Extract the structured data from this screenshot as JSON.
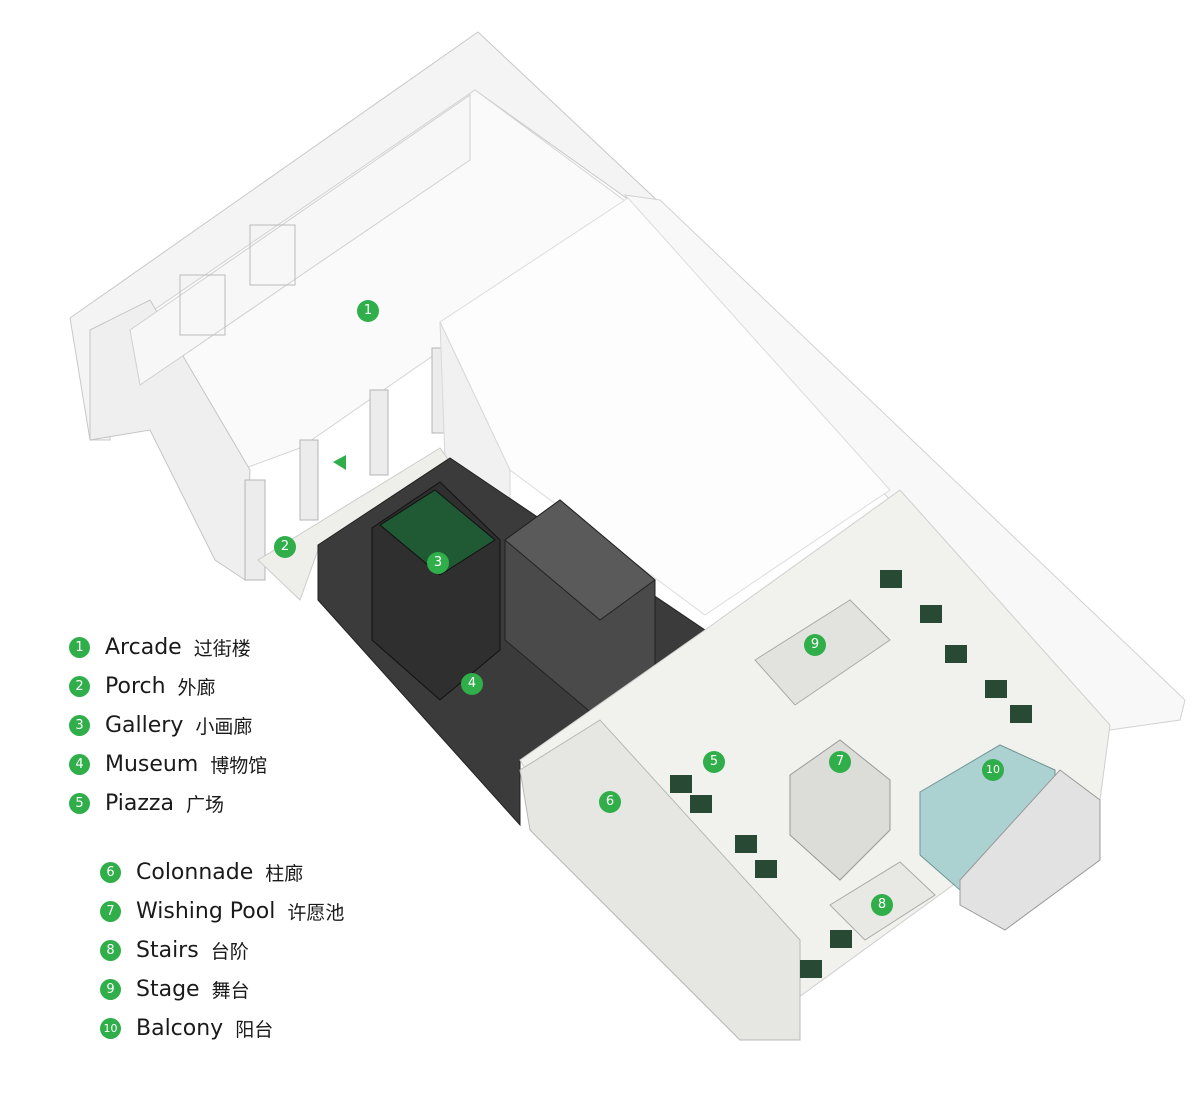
{
  "colors": {
    "accent": "#2fae4a",
    "museum": "#3a3a3a",
    "floor": "#f2f2f0",
    "glass": "#7fb8b8"
  },
  "markers": [
    "1",
    "2",
    "3",
    "4",
    "5",
    "6",
    "7",
    "8",
    "9",
    "10"
  ],
  "legend": [
    {
      "num": "1",
      "en": "Arcade",
      "zh": "过街楼"
    },
    {
      "num": "2",
      "en": "Porch",
      "zh": "外廊"
    },
    {
      "num": "3",
      "en": "Gallery",
      "zh": "小画廊"
    },
    {
      "num": "4",
      "en": "Museum",
      "zh": "博物馆"
    },
    {
      "num": "5",
      "en": "Piazza",
      "zh": "广场"
    },
    {
      "num": "6",
      "en": "Colonnade",
      "zh": "柱廊"
    },
    {
      "num": "7",
      "en": "Wishing Pool",
      "zh": "许愿池"
    },
    {
      "num": "8",
      "en": "Stairs",
      "zh": "台阶"
    },
    {
      "num": "9",
      "en": "Stage",
      "zh": "舞台"
    },
    {
      "num": "10",
      "en": "Balcony",
      "zh": "阳台"
    }
  ]
}
